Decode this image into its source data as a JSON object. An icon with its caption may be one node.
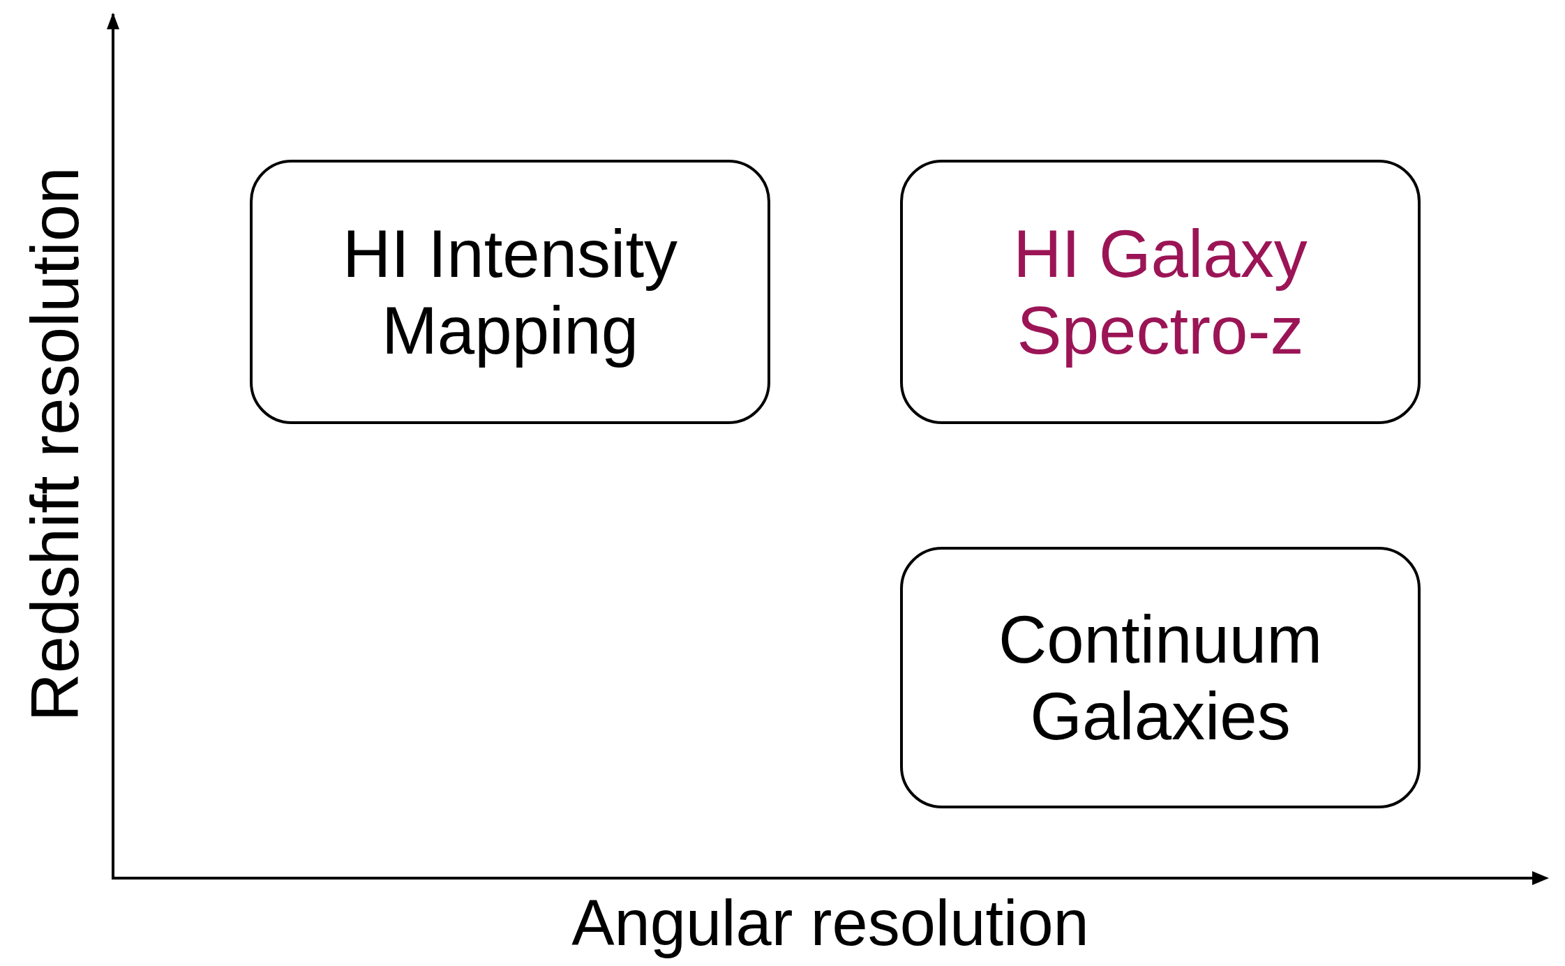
{
  "diagram": {
    "nodes": [
      {
        "text": [
          "HI Intensity Mapping"
        ]
      },
      {
        "text": [
          "HI Galaxy Spectro-z"
        ]
      },
      {
        "text": [
          "Continuum Galaxies"
        ]
      }
    ],
    "labels": [
      "Angular resolution",
      "Redshift resolution"
    ]
  }
}
